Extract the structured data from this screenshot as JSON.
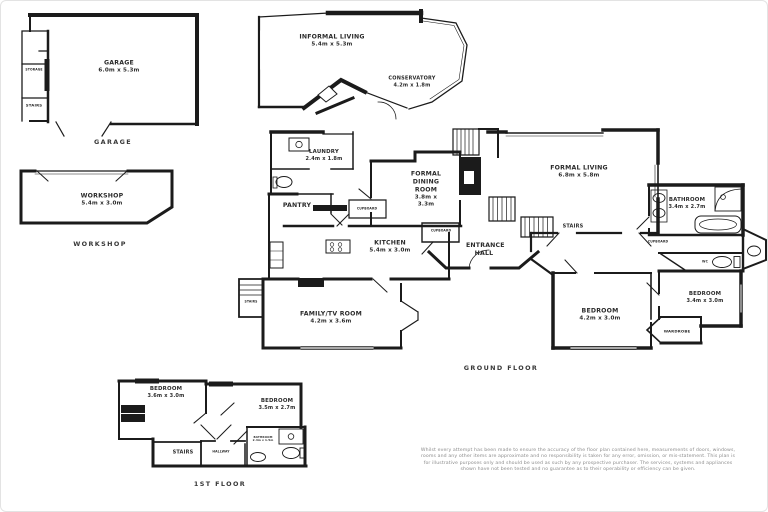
{
  "plan": {
    "ground_floor": {
      "garage": {
        "name": "GARAGE",
        "dims": "6.0m x 5.3m"
      },
      "garage_caption": "GARAGE",
      "storage_label": "STORAGE",
      "garage_stairs_label": "STAIRS",
      "informal_living": {
        "name": "INFORMAL LIVING",
        "dims": "5.4m x 5.3m"
      },
      "conservatory": {
        "name": "CONSERVATORY",
        "dims": "4.2m x 1.8m"
      },
      "workshop": {
        "name": "WORKSHOP",
        "dims": "5.4m x 3.0m"
      },
      "workshop_caption": "WORKSHOP",
      "laundry": {
        "name": "LAUNDRY",
        "dims": "2.4m x 1.8m"
      },
      "pantry": {
        "name": "PANTRY"
      },
      "formal_dining": {
        "name": "FORMAL DINING ROOM",
        "dims": "3.8m x 3.3m"
      },
      "kitchen": {
        "name": "KITCHEN",
        "dims": "5.4m x 3.0m"
      },
      "entrance_hall": {
        "name": "ENTRANCE HALL"
      },
      "formal_living": {
        "name": "FORMAL LIVING",
        "dims": "6.8m x 5.8m"
      },
      "stairs_label": "STAIRS",
      "family_stairs_label": "STAIRS",
      "cupboard_label_1": "CUPBOARD",
      "cupboard_label_2": "CUPBOARD",
      "cupboard_label_3": "CUPBOARD",
      "wc_label": "WC",
      "bathroom": {
        "name": "BATHROOM",
        "dims": "3.4m x 2.7m"
      },
      "bedroom_right": {
        "name": "BEDROOM",
        "dims": "3.4m x 3.0m"
      },
      "bedroom_mid": {
        "name": "BEDROOM",
        "dims": "4.2m x 3.0m"
      },
      "wardrobe_label": "WARDROBE",
      "family_tv": {
        "name": "FAMILY/TV ROOM",
        "dims": "4.2m x 3.6m"
      },
      "caption": "GROUND FLOOR"
    },
    "first_floor": {
      "bedroom_left": {
        "name": "BEDROOM",
        "dims": "3.6m x 3.0m"
      },
      "bedroom_right": {
        "name": "BEDROOM",
        "dims": "3.5m x 2.7m"
      },
      "stairs_label": "STAIRS",
      "hallway_label": "HALLWAY",
      "bathroom": {
        "name": "BATHROOM",
        "dims": "2.4m x 1.5m"
      },
      "caption": "1ST FLOOR"
    },
    "disclaimer": "Whilst every attempt has been made to ensure the accuracy of the floor plan contained here, measurements of doors, windows, rooms and any other items are approximate and no responsibility is taken for any error, omission, or mis-statement. This plan is for illustrative purposes only and should be used as such by any prospective purchaser. The services, systems and appliances shown have not been tested and no guarantee as to their operability or efficiency can be given."
  }
}
